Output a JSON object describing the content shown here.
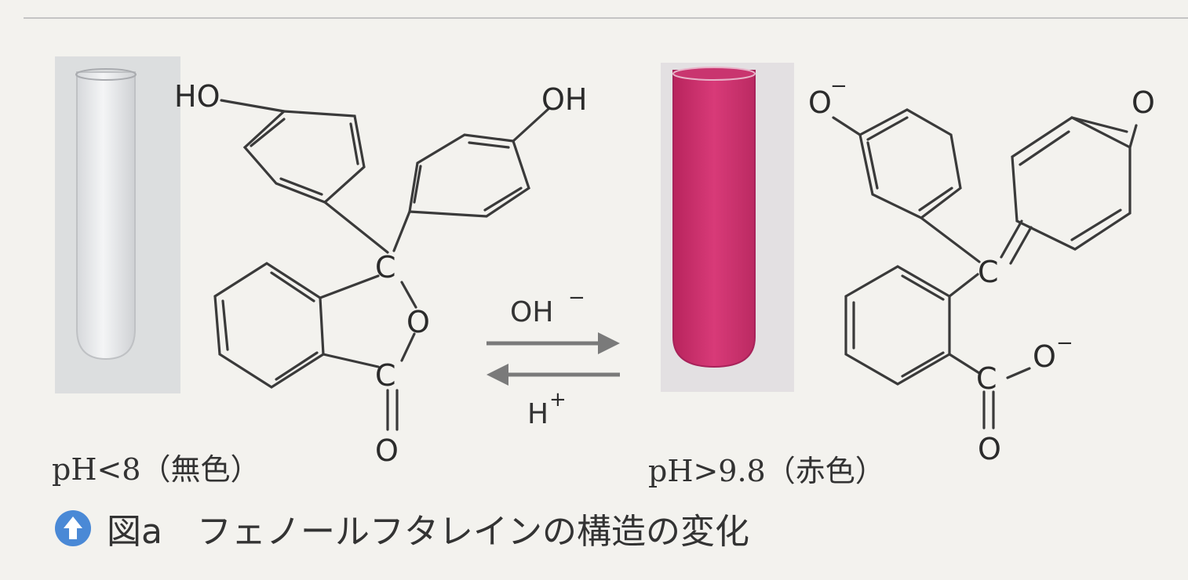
{
  "left_structure": {
    "atoms": {
      "ho": "HO",
      "oh": "OH",
      "carbon": "C",
      "ring_o": "O",
      "carbonyl_c": "C",
      "carbonyl_o": "O"
    },
    "label": "pH<8（無色）"
  },
  "right_structure": {
    "atoms": {
      "o_minus": "O",
      "keto_o": "O",
      "carbon": "C",
      "carboxyl_c": "C",
      "carboxyl_o_minus": "O",
      "carbonyl_o": "O"
    },
    "minus": "−",
    "label": "pH>9.8（赤色）"
  },
  "reaction": {
    "forward": "OH",
    "forward_sup": "−",
    "reverse": "H",
    "reverse_sup": "+"
  },
  "caption": "図a　フェノールフタレインの構造の変化",
  "colors": {
    "tube_colorless": "#e4e6e8",
    "tube_red": "#d0326f",
    "caption_icon": "#4a89d6"
  },
  "icons": {
    "caption": "arrow-up-circle-icon"
  }
}
